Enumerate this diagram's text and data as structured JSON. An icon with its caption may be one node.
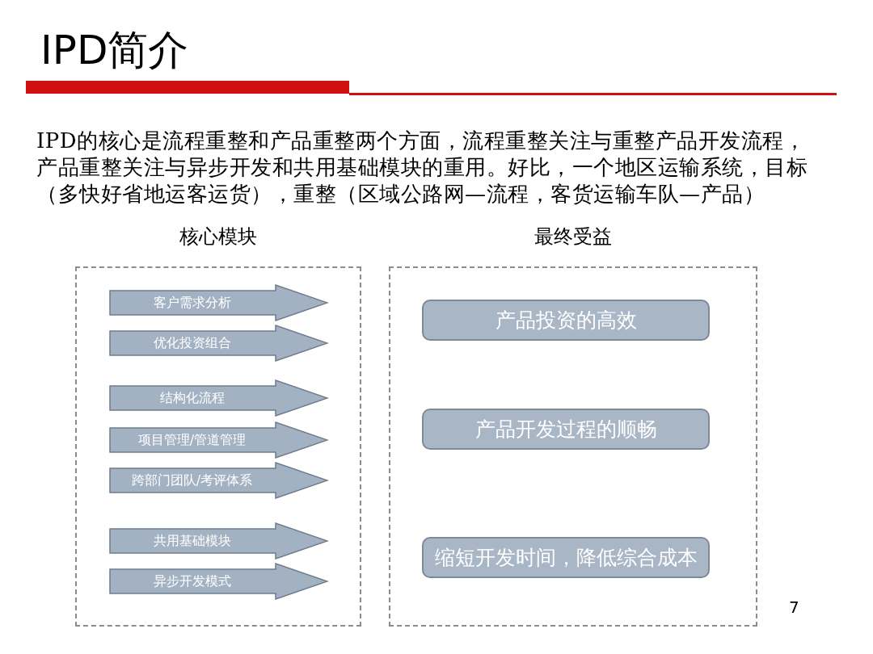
{
  "diagram": {
    "title": "IPD简介",
    "nodes": [
      {
        "text": [
          "核心模块"
        ]
      },
      {
        "text": [
          "最终受益"
        ]
      },
      {
        "text": [
          "客户需求分析"
        ],
        "in": 0
      },
      {
        "text": [
          "优化投资组合"
        ],
        "in": 0
      },
      {
        "text": [
          "结构化流程"
        ],
        "in": 0
      },
      {
        "text": [
          "项目管理/管道管理"
        ],
        "in": 0
      },
      {
        "text": [
          "跨部门团队/考评体系"
        ],
        "in": 0
      },
      {
        "text": [
          "共用基础模块"
        ],
        "in": 0
      },
      {
        "text": [
          "异步开发模式"
        ],
        "in": 0
      },
      {
        "text": [
          "产品投资的高效"
        ],
        "in": 1
      },
      {
        "text": [
          "产品开发过程的顺畅"
        ],
        "in": 1
      },
      {
        "text": [
          "缩短开发时间，降低综合成本"
        ],
        "in": 1
      }
    ],
    "labels": [
      "IPD的核心是流程重整和产品重整两个方面，流程重整关注与重整产品开发流程，产品重整关注与异步开发和共用基础模块的重用。好比，一个地区运输系统，目标（多快好省地运客运货），重整（区域公路网—流程，客货运输车队—产品）",
      "7"
    ]
  }
}
